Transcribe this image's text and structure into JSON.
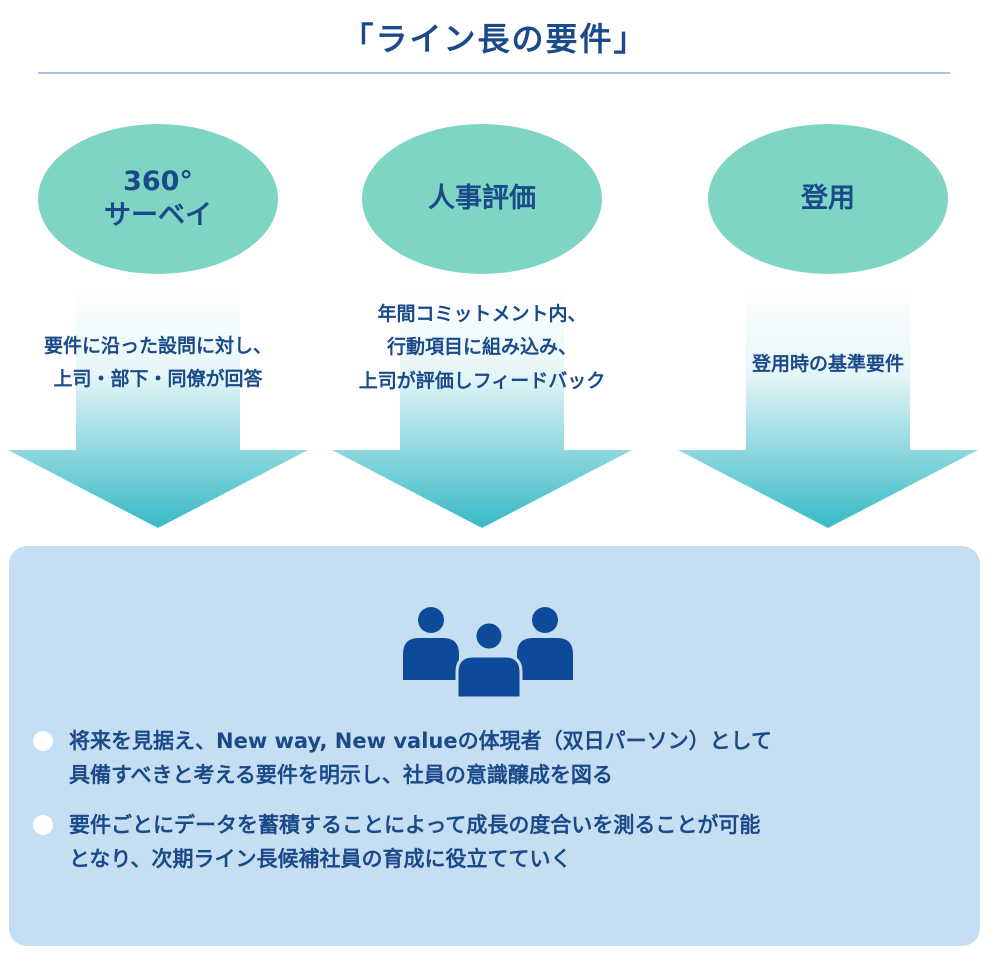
{
  "title": "「ライン長の要件」",
  "columns": [
    {
      "label": "360°\nサーベイ",
      "description": "要件に沿った設問に対し、\n上司・部下・同僚が回答"
    },
    {
      "label": "人事評価",
      "description": "年間コミットメント内、\n行動項目に組み込み、\n上司が評価しフィードバック"
    },
    {
      "label": "登用",
      "description": "登用時の基準要件"
    }
  ],
  "bullets": [
    "将来を見据え、New way, New valueの体現者（双日パーソン）として\n具備すべきと考える要件を明示し、社員の意識醸成を図る",
    "要件ごとにデータを蓄積することによって成長の度合いを測ることが可能\nとなり、次期ライン長候補社員の育成に役立てていく"
  ],
  "colors": {
    "ellipse": "#7fd5c3",
    "arrow": "#3bbdc9",
    "panel": "#c5def2",
    "text": "#1a4a8a",
    "icon": "#0d4a9a"
  },
  "icons": {
    "people": "people-group-icon"
  }
}
